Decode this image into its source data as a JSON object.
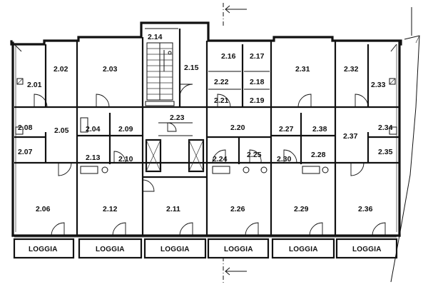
{
  "rooms": [
    {
      "id": "r201",
      "label": "2.01"
    },
    {
      "id": "r202",
      "label": "2.02"
    },
    {
      "id": "r203",
      "label": "2.03"
    },
    {
      "id": "r204",
      "label": "2.04"
    },
    {
      "id": "r205",
      "label": "2.05"
    },
    {
      "id": "r206",
      "label": "2.06"
    },
    {
      "id": "r207",
      "label": "2.07"
    },
    {
      "id": "r208",
      "label": "2.08"
    },
    {
      "id": "r209",
      "label": "2.09"
    },
    {
      "id": "r210",
      "label": "2.10"
    },
    {
      "id": "r211",
      "label": "2.11"
    },
    {
      "id": "r212",
      "label": "2.12"
    },
    {
      "id": "r213",
      "label": "2.13"
    },
    {
      "id": "r214",
      "label": "2.14"
    },
    {
      "id": "r215",
      "label": "2.15"
    },
    {
      "id": "r216",
      "label": "2.16"
    },
    {
      "id": "r217",
      "label": "2.17"
    },
    {
      "id": "r218",
      "label": "2.18"
    },
    {
      "id": "r219",
      "label": "2.19"
    },
    {
      "id": "r220",
      "label": "2.20"
    },
    {
      "id": "r221",
      "label": "2.21"
    },
    {
      "id": "r222",
      "label": "2.22"
    },
    {
      "id": "r223",
      "label": "2.23"
    },
    {
      "id": "r224",
      "label": "2.24"
    },
    {
      "id": "r225",
      "label": "2.25"
    },
    {
      "id": "r226",
      "label": "2.26"
    },
    {
      "id": "r227",
      "label": "2.27"
    },
    {
      "id": "r228",
      "label": "2.28"
    },
    {
      "id": "r229",
      "label": "2.29"
    },
    {
      "id": "r230",
      "label": "2.30"
    },
    {
      "id": "r231",
      "label": "2.31"
    },
    {
      "id": "r232",
      "label": "2.32"
    },
    {
      "id": "r233",
      "label": "2.33"
    },
    {
      "id": "r234",
      "label": "2.34"
    },
    {
      "id": "r235",
      "label": "2.35"
    },
    {
      "id": "r236",
      "label": "2.36"
    },
    {
      "id": "r237",
      "label": "2.37"
    },
    {
      "id": "r238",
      "label": "2.38"
    }
  ],
  "loggias": [
    "LOGGIA",
    "LOGGIA",
    "LOGGIA",
    "LOGGIA",
    "LOGGIA",
    "LOGGIA"
  ]
}
